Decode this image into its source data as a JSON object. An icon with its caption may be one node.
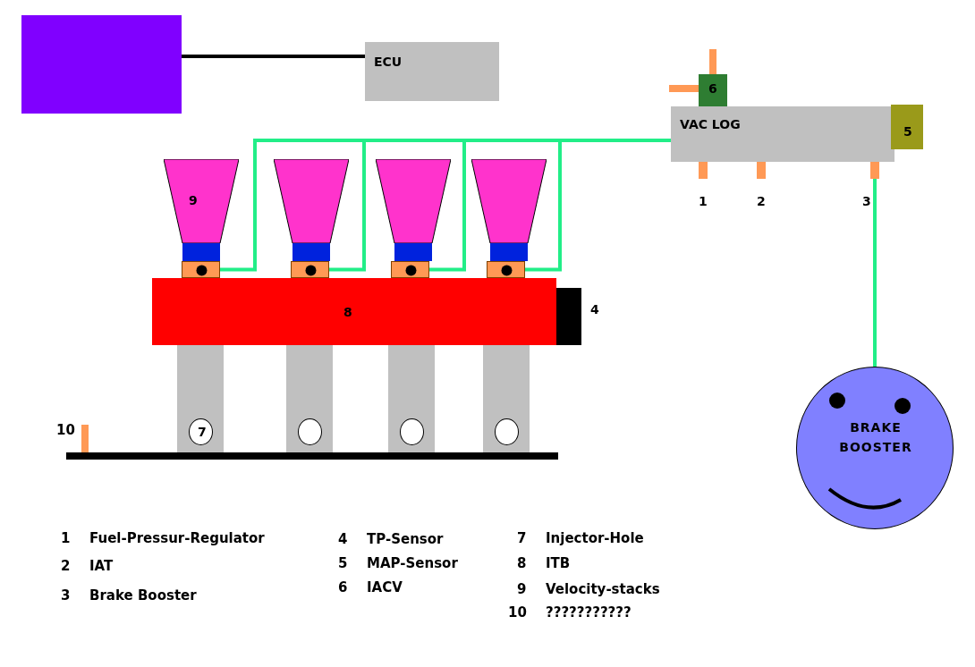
{
  "diagram": {
    "nodes": [
      {
        "text": [],
        "shape": "box"
      },
      {
        "text": [
          "ECU"
        ]
      },
      {
        "text": [
          "VAC LOG"
        ]
      },
      {
        "text": [
          "6"
        ]
      },
      {
        "text": [
          "5"
        ]
      },
      {
        "text": [],
        "shape": "bar",
        "beside": [
          "1"
        ]
      },
      {
        "text": [],
        "shape": "bar",
        "beside": [
          "2"
        ]
      },
      {
        "text": [],
        "shape": "bar",
        "beside": [
          "3"
        ]
      },
      {
        "text": [
          "9"
        ]
      },
      {
        "text": [],
        "shape": "funnel"
      },
      {
        "text": [],
        "shape": "funnel"
      },
      {
        "text": [],
        "shape": "funnel"
      },
      {
        "text": [],
        "shape": "box"
      },
      {
        "text": [],
        "shape": "box"
      },
      {
        "text": [],
        "shape": "box"
      },
      {
        "text": [],
        "shape": "box"
      },
      {
        "text": [
          "8"
        ]
      },
      {
        "text": [],
        "shape": "box",
        "beside": [
          "4"
        ]
      },
      {
        "text": [],
        "shape": "bar"
      },
      {
        "text": [],
        "shape": "bar"
      },
      {
        "text": [],
        "shape": "bar"
      },
      {
        "text": [],
        "shape": "bar"
      },
      {
        "text": [
          "7"
        ],
        "in": 18
      },
      {
        "text": [],
        "shape": "circle",
        "in": 19
      },
      {
        "text": [],
        "shape": "circle",
        "in": 20
      },
      {
        "text": [],
        "shape": "circle",
        "in": 21
      },
      {
        "text": [
          "BRAKE BOOSTER"
        ]
      }
    ],
    "edges": [
      {
        "from": 0,
        "to": 1,
        "arrow": "none",
        "color": "#000000"
      },
      {
        "from": 12,
        "to": 2,
        "arrow": "none"
      },
      {
        "from": 13,
        "to": 2,
        "arrow": "none"
      },
      {
        "from": 14,
        "to": 2,
        "arrow": "none"
      },
      {
        "from": 15,
        "to": 2,
        "arrow": "none"
      },
      {
        "from": 7,
        "to": 26,
        "arrow": "none"
      }
    ],
    "labels": [
      "10",
      "1",
      "Fuel-Pressur-Regulator",
      "4",
      "TP-Sensor",
      "7",
      "Injector-Hole",
      "2",
      "IAT",
      "5",
      "MAP-Sensor",
      "8",
      "ITB",
      "3",
      "Brake Booster",
      "6",
      "IACV",
      "9",
      "Velocity-stacks",
      "10",
      "???????????"
    ]
  }
}
